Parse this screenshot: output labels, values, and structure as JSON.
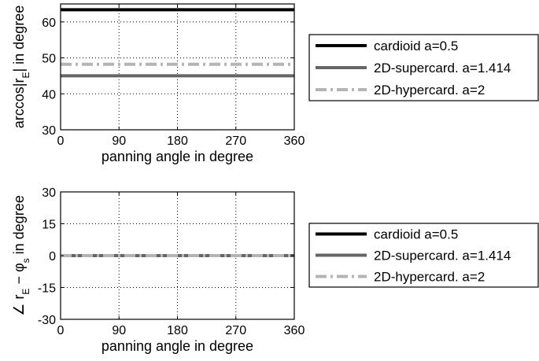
{
  "chart_data": [
    {
      "type": "line",
      "xlabel": "panning angle in degree",
      "ylabel": "arccos|r_E| in degree",
      "xlim": [
        0,
        360
      ],
      "ylim": [
        30,
        65
      ],
      "xticks": [
        "0",
        "90",
        "180",
        "270",
        "360"
      ],
      "yticks": [
        "30",
        "40",
        "50",
        "60"
      ],
      "grid": true,
      "legend": "outside-right",
      "x": [
        0,
        360
      ],
      "series": [
        {
          "name": "cardioid a=0.5",
          "values": [
            63.4,
            63.4
          ],
          "color": "#000000",
          "style": "solid"
        },
        {
          "name": "2D-supercard. a=1.414",
          "values": [
            45.0,
            45.0
          ],
          "color": "#666666",
          "style": "solid"
        },
        {
          "name": "2D-hypercard. a=2",
          "values": [
            48.2,
            48.2
          ],
          "color": "#b4b4b4",
          "style": "dashdot"
        }
      ]
    },
    {
      "type": "line",
      "xlabel": "panning angle in degree",
      "ylabel": "∠ r_E − φ_s in degree",
      "xlim": [
        0,
        360
      ],
      "ylim": [
        -30,
        30
      ],
      "xticks": [
        "0",
        "90",
        "180",
        "270",
        "360"
      ],
      "yticks": [
        "-30",
        "-15",
        "0",
        "15",
        "30"
      ],
      "grid": true,
      "legend": "outside-right",
      "x": [
        0,
        360
      ],
      "series": [
        {
          "name": "cardioid a=0.5",
          "values": [
            0,
            0
          ],
          "color": "#000000",
          "style": "solid"
        },
        {
          "name": "2D-supercard. a=1.414",
          "values": [
            0,
            0
          ],
          "color": "#666666",
          "style": "solid"
        },
        {
          "name": "2D-hypercard. a=2",
          "values": [
            0,
            0
          ],
          "color": "#b4b4b4",
          "style": "dashdot"
        }
      ]
    }
  ]
}
